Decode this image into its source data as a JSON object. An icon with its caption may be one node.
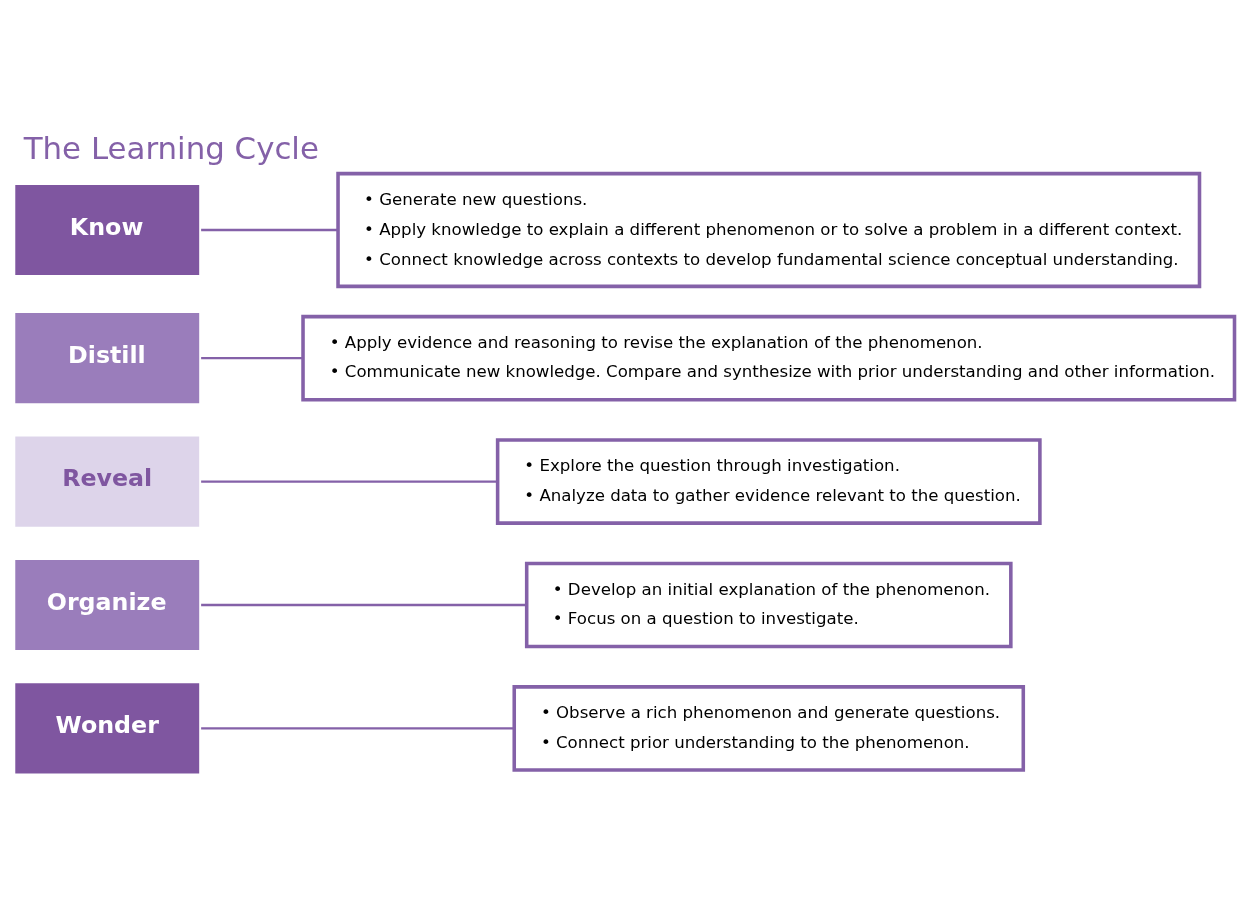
{
  "diagram": {
    "title": "The Learning Cycle",
    "nodes": [
      {
        "text": [
          "Wonder"
        ]
      },
      {
        "text": [
          "Organize"
        ]
      },
      {
        "text": [
          "Reveal"
        ]
      },
      {
        "text": [
          "Distill"
        ]
      },
      {
        "text": [
          "Know"
        ]
      },
      {
        "text": [
          "• Observe a rich phenomenon and generate questions.",
          "• Connect prior understanding to the phenomenon."
        ]
      },
      {
        "text": [
          "• Develop an initial explanation of the phenomenon.",
          "• Focus on a question to investigate."
        ]
      },
      {
        "text": [
          "• Explore the question through investigation.",
          "• Analyze data to gather evidence relevant to the question."
        ]
      },
      {
        "text": [
          "• Apply evidence and reasoning to revise the explanation of the phenomenon.",
          "• Communicate new knowledge. Compare and synthesize with prior understanding and other information."
        ]
      },
      {
        "text": [
          "• Generate new questions.",
          "• Apply knowledge to explain a different phenomenon or to solve a problem in a different context.",
          "• Connect knowledge across contexts to develop fundamental science conceptual understanding."
        ]
      }
    ],
    "edges": [
      {
        "from": 0,
        "to": 5,
        "arrow": "none"
      },
      {
        "from": 1,
        "to": 6,
        "arrow": "none"
      },
      {
        "from": 2,
        "to": 7,
        "arrow": "none"
      },
      {
        "from": 3,
        "to": 8,
        "arrow": "none"
      },
      {
        "from": 4,
        "to": 9,
        "arrow": "none"
      }
    ]
  }
}
